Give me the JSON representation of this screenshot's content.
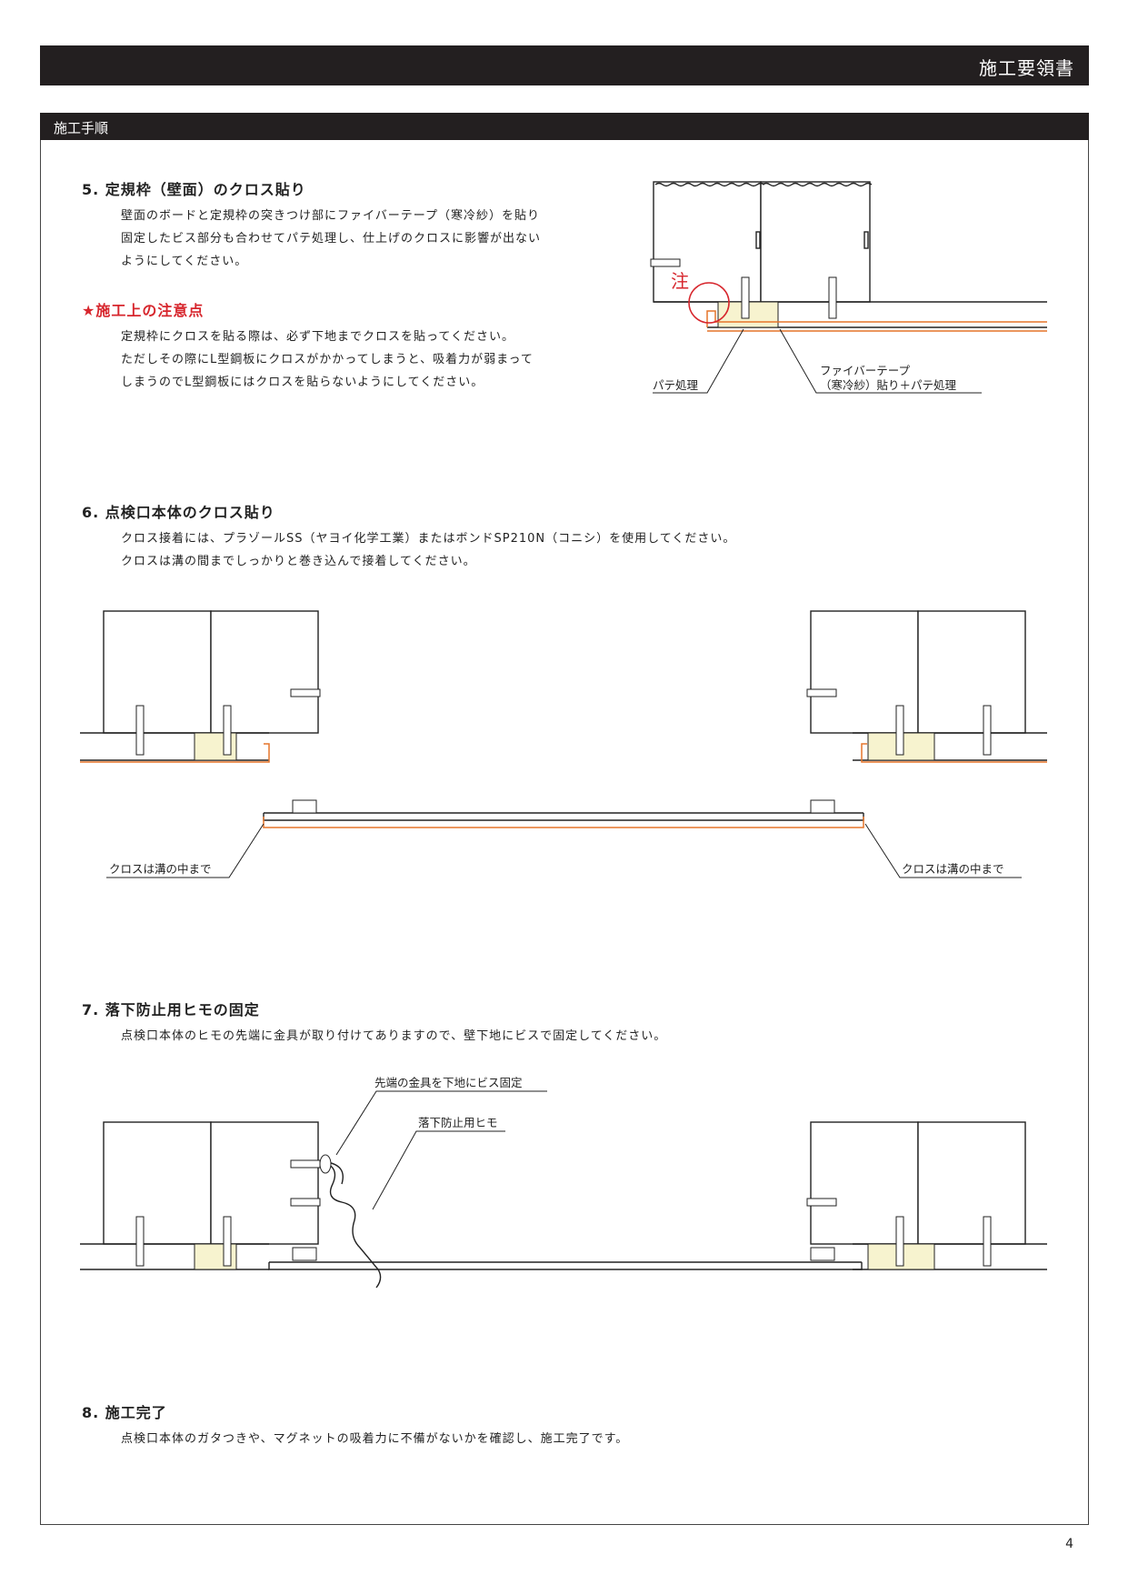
{
  "header": {
    "title": "施工要領書"
  },
  "section": {
    "title": "施工手順"
  },
  "step5": {
    "title": "5. 定規枠（壁面）のクロス貼り",
    "lines": [
      "壁面のボードと定規枠の突きつけ部にファイバーテープ（寒冷紗）を貼り",
      "固定したビス部分も合わせてパテ処理し、仕上げのクロスに影響が出ない",
      "ようにしてください。"
    ],
    "caution_title": "★施工上の注意点",
    "caution_lines": [
      "定規枠にクロスを貼る際は、必ず下地までクロスを貼ってください。",
      "ただしその際にL型鋼板にクロスがかかってしまうと、吸着力が弱まって",
      "しまうのでL型鋼板にはクロスを貼らないようにしてください。"
    ],
    "note_mark": "注",
    "label_putty": "パテ処理",
    "label_fiber_1": "ファイバーテープ",
    "label_fiber_2": "（寒冷紗）貼り＋パテ処理"
  },
  "step6": {
    "title": "6. 点検口本体のクロス貼り",
    "lines": [
      "クロス接着には、プラゾールSS（ヤヨイ化学工業）またはボンドSP210N（コニシ）を使用してください。",
      "クロスは溝の間までしっかりと巻き込んで接着してください。"
    ],
    "label_left": "クロスは溝の中まで",
    "label_right": "クロスは溝の中まで"
  },
  "step7": {
    "title": "7. 落下防止用ヒモの固定",
    "lines": [
      "点検口本体のヒモの先端に金具が取り付けてありますので、壁下地にビスで固定してください。"
    ],
    "label_fitting": "先端の金具を下地にビス固定",
    "label_cord": "落下防止用ヒモ"
  },
  "step8": {
    "title": "8. 施工完了",
    "lines": [
      "点検口本体のガタつきや、マグネットの吸着力に不備がないかを確認し、施工完了です。"
    ]
  },
  "page": {
    "number": "4"
  },
  "colors": {
    "bar": "#231f20",
    "caution": "#d7262d",
    "cloth": "#e5752a",
    "putty": "#f7f3cf"
  }
}
